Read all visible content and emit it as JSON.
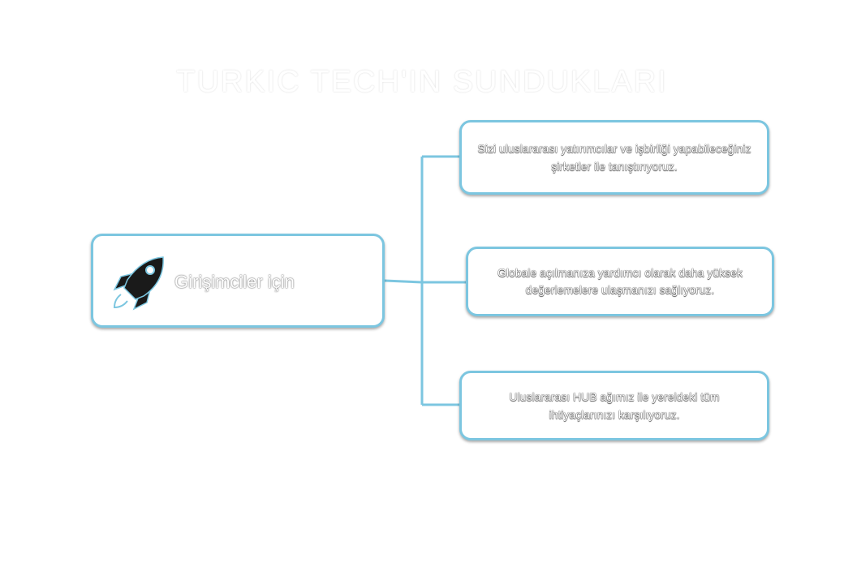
{
  "title": "TURKIC TECH'IN SUNDUKLARI",
  "main": {
    "label": "Girişimciler için",
    "icon": "rocket-icon"
  },
  "items": [
    {
      "text": "Sizi uluslararası yatırımcılar ve işbirliği yapabileceğiniz şirketler ile tanıştırıyoruz."
    },
    {
      "text": "Globale açılmanıza yardımcı olarak daha yüksek değerlemelere ulaşmanızı sağlıyoruz."
    },
    {
      "text": "Uluslararası HUB ağımız ile yereldeki tüm ihtiyaçlarınızı karşılıyoruz."
    }
  ],
  "colors": {
    "accent": "#7cc6e0",
    "icon_dark": "#1a1a1a"
  }
}
